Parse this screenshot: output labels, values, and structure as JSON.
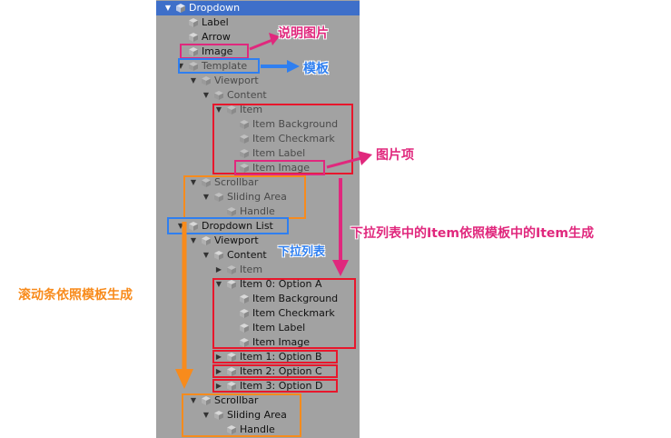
{
  "colors": {
    "panel_bg": "#a2a2a2",
    "selected_bg": "#3e6fc9",
    "red": "#e8172c",
    "pink": "#e0287d",
    "blue": "#2f7ff0",
    "orange": "#f88b1c"
  },
  "hierarchy": {
    "rows": [
      {
        "label": "Dropdown",
        "arrow": "▼",
        "state": "selected"
      },
      {
        "label": "Label",
        "arrow": "",
        "state": "active"
      },
      {
        "label": "Arrow",
        "arrow": "",
        "state": "active"
      },
      {
        "label": "Image",
        "arrow": "",
        "state": "active"
      },
      {
        "label": "Template",
        "arrow": "▼",
        "state": "inactive"
      },
      {
        "label": "Viewport",
        "arrow": "▼",
        "state": "inactive"
      },
      {
        "label": "Content",
        "arrow": "▼",
        "state": "inactive"
      },
      {
        "label": "Item",
        "arrow": "▼",
        "state": "inactive"
      },
      {
        "label": "Item Background",
        "arrow": "",
        "state": "inactive"
      },
      {
        "label": "Item Checkmark",
        "arrow": "",
        "state": "inactive"
      },
      {
        "label": "Item Label",
        "arrow": "",
        "state": "inactive"
      },
      {
        "label": "Item Image",
        "arrow": "",
        "state": "inactive"
      },
      {
        "label": "Scrollbar",
        "arrow": "▼",
        "state": "inactive"
      },
      {
        "label": "Sliding Area",
        "arrow": "▼",
        "state": "inactive"
      },
      {
        "label": "Handle",
        "arrow": "",
        "state": "inactive"
      },
      {
        "label": "Dropdown List",
        "arrow": "▼",
        "state": "active"
      },
      {
        "label": "Viewport",
        "arrow": "▼",
        "state": "active"
      },
      {
        "label": "Content",
        "arrow": "▼",
        "state": "active"
      },
      {
        "label": "Item",
        "arrow": "▶",
        "state": "inactive"
      },
      {
        "label": "Item 0: Option A",
        "arrow": "▼",
        "state": "active"
      },
      {
        "label": "Item Background",
        "arrow": "",
        "state": "active"
      },
      {
        "label": "Item Checkmark",
        "arrow": "",
        "state": "active"
      },
      {
        "label": "Item Label",
        "arrow": "",
        "state": "active"
      },
      {
        "label": "Item Image",
        "arrow": "",
        "state": "active"
      },
      {
        "label": "Item 1: Option B",
        "arrow": "▶",
        "state": "active"
      },
      {
        "label": "Item 2: Option C",
        "arrow": "▶",
        "state": "active"
      },
      {
        "label": "Item 3: Option D",
        "arrow": "▶",
        "state": "active"
      },
      {
        "label": "Scrollbar",
        "arrow": "▼",
        "state": "active"
      },
      {
        "label": "Sliding Area",
        "arrow": "▼",
        "state": "active"
      },
      {
        "label": "Handle",
        "arrow": "",
        "state": "active"
      }
    ]
  },
  "annotations": {
    "image_note": "说明图片",
    "template_note": "模板",
    "item_image_note": "图片项",
    "generated_items_note": "下拉列表中的Item依照模板中的Item生成",
    "dropdown_list_note": "下拉列表",
    "scrollbar_note": "滚动条依照模板生成"
  }
}
